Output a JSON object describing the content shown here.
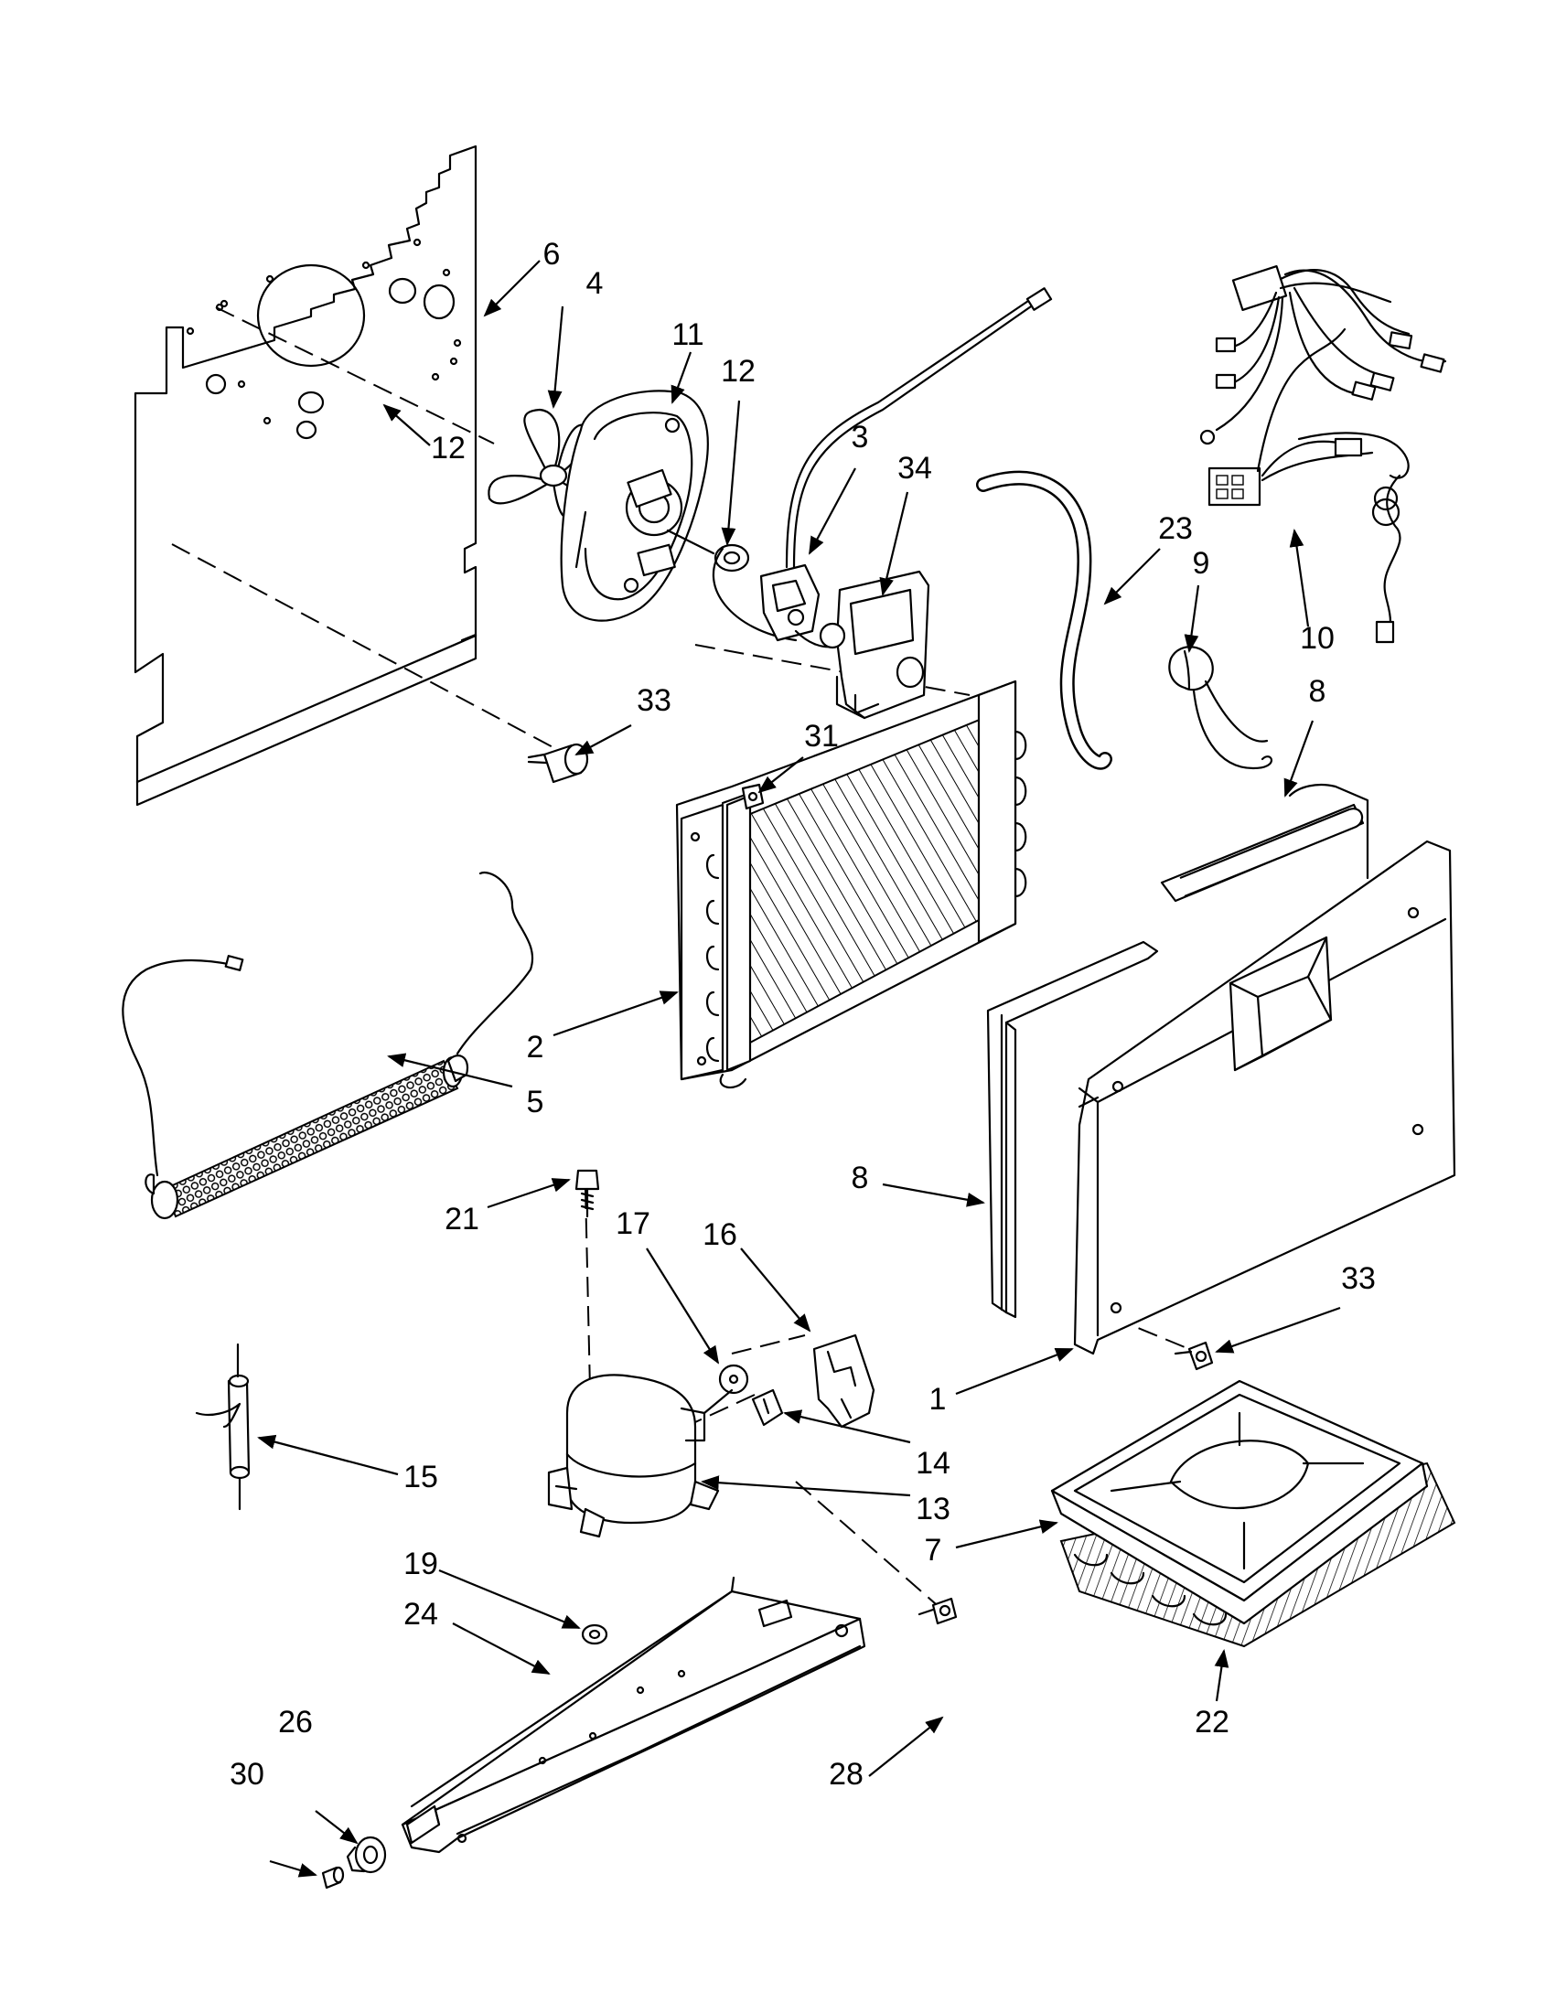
{
  "diagram": {
    "type": "exploded-parts-diagram",
    "callouts": [
      {
        "id": "c6",
        "text": "6"
      },
      {
        "id": "c4",
        "text": "4"
      },
      {
        "id": "c11",
        "text": "11"
      },
      {
        "id": "c12a",
        "text": "12"
      },
      {
        "id": "c12b",
        "text": "12"
      },
      {
        "id": "c3",
        "text": "3"
      },
      {
        "id": "c34",
        "text": "34"
      },
      {
        "id": "c23",
        "text": "23"
      },
      {
        "id": "c9",
        "text": "9"
      },
      {
        "id": "c10",
        "text": "10"
      },
      {
        "id": "c8a",
        "text": "8"
      },
      {
        "id": "c33a",
        "text": "33"
      },
      {
        "id": "c31",
        "text": "31"
      },
      {
        "id": "c2",
        "text": "2"
      },
      {
        "id": "c5",
        "text": "5"
      },
      {
        "id": "c8b",
        "text": "8"
      },
      {
        "id": "c21",
        "text": "21"
      },
      {
        "id": "c17",
        "text": "17"
      },
      {
        "id": "c16",
        "text": "16"
      },
      {
        "id": "c33b",
        "text": "33"
      },
      {
        "id": "c1",
        "text": "1"
      },
      {
        "id": "c15",
        "text": "15"
      },
      {
        "id": "c14",
        "text": "14"
      },
      {
        "id": "c13",
        "text": "13"
      },
      {
        "id": "c7",
        "text": "7"
      },
      {
        "id": "c19",
        "text": "19"
      },
      {
        "id": "c24",
        "text": "24"
      },
      {
        "id": "c22",
        "text": "22"
      },
      {
        "id": "c26",
        "text": "26"
      },
      {
        "id": "c30",
        "text": "30"
      },
      {
        "id": "c28",
        "text": "28"
      }
    ]
  }
}
